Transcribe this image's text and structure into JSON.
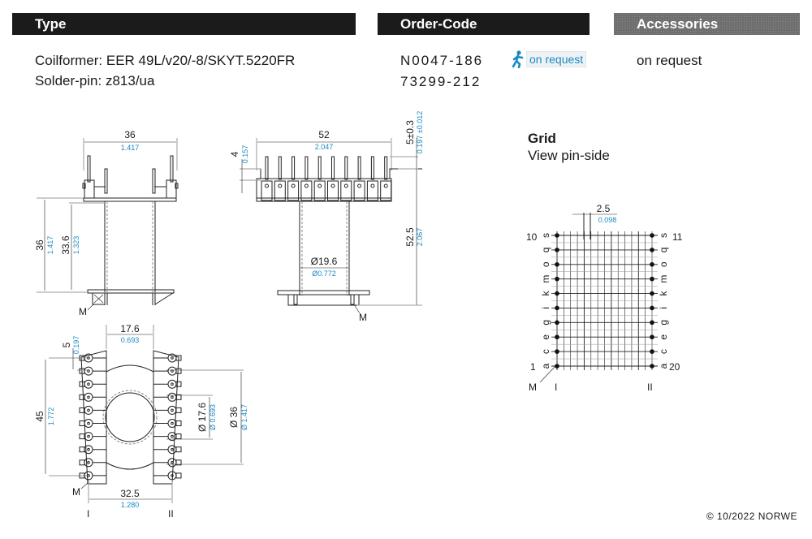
{
  "headers": {
    "type": "Type",
    "order_code": "Order-Code",
    "accessories": "Accessories"
  },
  "type_info": {
    "coilformer_label": "Coilformer:",
    "coilformer_value": "EER 49L/v20/-8/SKYT.5220FR",
    "solderpin_label": "Solder-pin:",
    "solderpin_value": "z813/ua"
  },
  "order_codes": [
    "N0047-186",
    "73299-212"
  ],
  "availability_badge": {
    "icon": "running-person-icon",
    "label": "on request"
  },
  "accessories_value": "on request",
  "colors": {
    "header_dark": "#1b1b1b",
    "header_accessories": "#6e6e6e",
    "inch_dimension": "#1a8ac4"
  },
  "drawings": {
    "side_view": {
      "width_mm": "36",
      "width_in": "1.417",
      "height_mm": "36",
      "height_in": "1.417",
      "inner_height_mm": "33.6",
      "inner_height_in": "1.323",
      "marker": "M"
    },
    "front_view": {
      "width_mm": "52",
      "width_in": "2.047",
      "pin_len_mm": "4",
      "pin_len_in": "0.157",
      "offset_mm": "5±0.3",
      "offset_in": "0.197 ±0.012",
      "height_mm": "52.5",
      "height_in": "2.067",
      "bore_mm": "Ø19.6",
      "bore_in": "Ø0.772",
      "marker": "M"
    },
    "bottom_view": {
      "gap_mm": "17.6",
      "gap_in": "0.693",
      "pitch_mm": "5",
      "pitch_in": "0.197",
      "span_mm": "45",
      "span_in": "1.772",
      "inner_dia_mm": "Ø 17.6",
      "inner_dia_in": "Ø 0.693",
      "outer_dia_mm": "Ø 36",
      "outer_dia_in": "Ø 1.417",
      "row_dist_mm": "32.5",
      "row_dist_in": "1.280",
      "marker": "M",
      "row_left": "I",
      "row_right": "II"
    }
  },
  "grid": {
    "title": "Grid",
    "subtitle": "View pin-side",
    "pitch_mm": "2.5",
    "pitch_in": "0.098",
    "left_top_pin": "10",
    "left_bottom_pin": "1",
    "right_top_pin": "11",
    "right_bottom_pin": "20",
    "row_letters": [
      "s",
      "q",
      "o",
      "m",
      "k",
      "i",
      "g",
      "e",
      "c",
      "a"
    ],
    "marker": "M",
    "row_left": "I",
    "row_right": "II"
  },
  "copyright": "© 10/2022 NORWE"
}
